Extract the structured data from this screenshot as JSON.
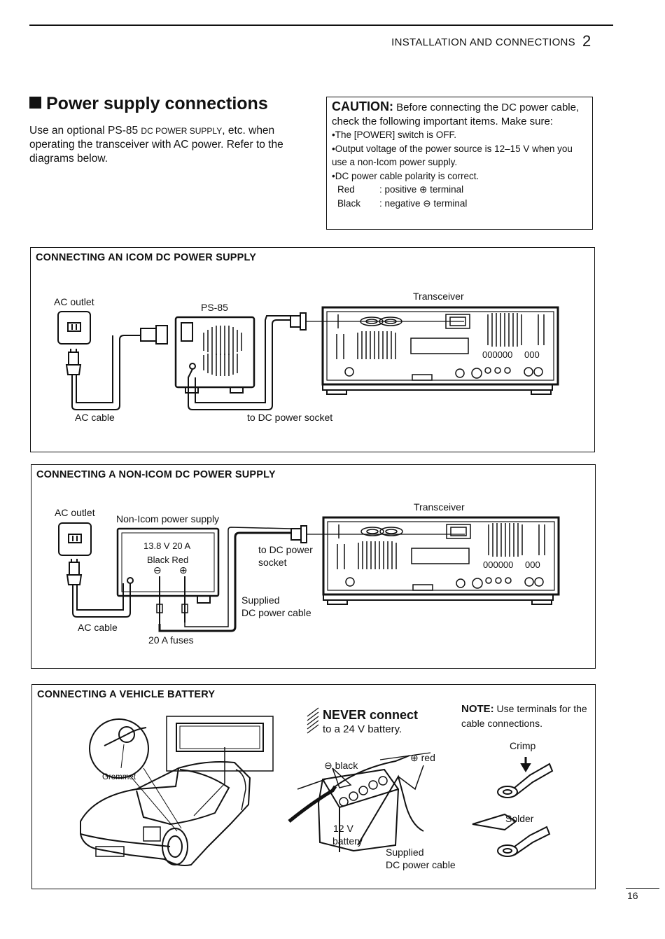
{
  "header": {
    "section": "INSTALLATION AND CONNECTIONS",
    "chapter": "2"
  },
  "title": "Power supply connections",
  "intro": {
    "part1": "Use an optional PS-85 ",
    "smallcaps": "DC POWER SUPPLY",
    "part2": ", etc. when operating the transceiver with AC power. Refer to the diagrams below."
  },
  "caution": {
    "label": "CAUTION:",
    "lead": " Before connecting the DC power cable, check the following important items. Make sure:",
    "items": [
      "•The [POWER] switch is OFF.",
      "•Output voltage of the power source is 12–15 V when you use a non-Icom power supply.",
      "•DC power cable polarity is correct."
    ],
    "polarity": [
      {
        "color": "Red",
        "desc": ": positive ⊕ terminal"
      },
      {
        "color": "Black",
        "desc": ": negative ⊖ terminal"
      }
    ]
  },
  "box1": {
    "title": "CONNECTING AN ICOM DC POWER SUPPLY",
    "ac_outlet": "AC outlet",
    "ps85": "PS-85",
    "transceiver": "Transceiver",
    "ac_cable": "AC cable",
    "dc_socket": "to DC power socket"
  },
  "box2": {
    "title": "CONNECTING A NON-ICOM DC POWER SUPPLY",
    "ac_outlet": "AC outlet",
    "supply": "Non-Icom power supply",
    "rating": "13.8 V  20 A",
    "terms": "Black  Red",
    "minus": "⊖",
    "plus": "⊕",
    "transceiver": "Transceiver",
    "dc_socket_1": "to DC power",
    "dc_socket_2": "socket",
    "supplied_1": "Supplied",
    "supplied_2": "DC power cable",
    "ac_cable": "AC cable",
    "fuses": "20 A fuses"
  },
  "box3": {
    "title": "CONNECTING A VEHICLE BATTERY",
    "grommet": "Grommet",
    "never_title": "NEVER connect",
    "never_text": "to a 24 V battery.",
    "black": "⊖ black",
    "red": "⊕ red",
    "battery_1": "12 V",
    "battery_2": "battery",
    "supplied_1": "Supplied",
    "supplied_2": "DC power cable",
    "note_label": "NOTE:",
    "note_text": " Use terminals for the cable connections.",
    "crimp": "Crimp",
    "solder": "Solder"
  },
  "page_number": "16"
}
